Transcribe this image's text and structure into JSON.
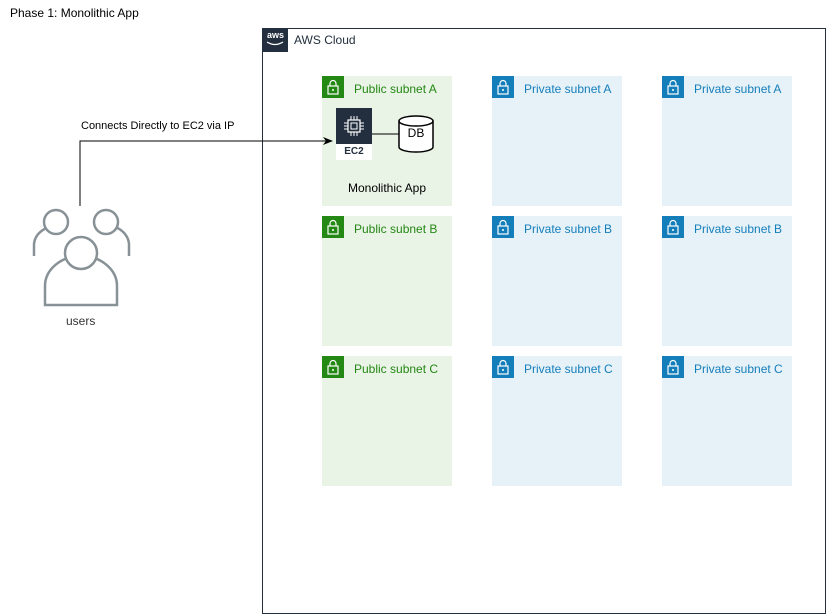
{
  "page": {
    "title": "Phase 1: Monolithic App"
  },
  "cloud": {
    "label": "AWS Cloud",
    "logo_text": "aws"
  },
  "subnets": {
    "public_a": "Public subnet A",
    "public_b": "Public subnet B",
    "public_c": "Public subnet C",
    "private_col1_a": "Private subnet A",
    "private_col1_b": "Private subnet B",
    "private_col1_c": "Private subnet C",
    "private_col2_a": "Private subnet A",
    "private_col2_b": "Private subnet B",
    "private_col2_c": "Private subnet C"
  },
  "app": {
    "ec2_label": "EC2",
    "db_label": "DB",
    "name": "Monolithic App"
  },
  "connection": {
    "label": "Connects Directly to EC2 via IP"
  },
  "users": {
    "label": "users"
  },
  "colors": {
    "public_fill": "#e9f3e6",
    "public_accent": "#248814",
    "private_fill": "#e6f2f8",
    "private_accent": "#147eba",
    "aws_dark": "#232f3e"
  }
}
